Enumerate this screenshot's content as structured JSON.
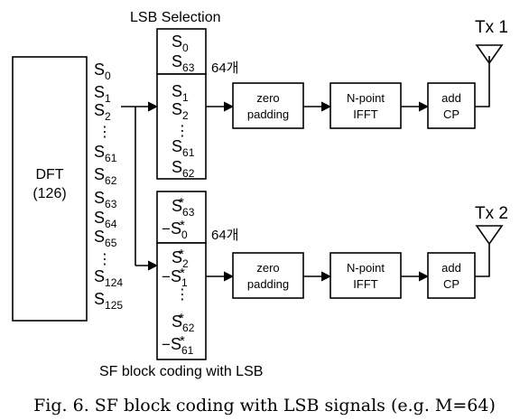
{
  "labels": {
    "lsb_selection": "LSB Selection",
    "sf_block_coding": "SF block coding with LSB",
    "dft": "DFT",
    "dft_size": "(126)",
    "count_upper": "64개",
    "count_lower": "64개",
    "zero_line1": "zero",
    "zero_line2": "padding",
    "ifft_line1": "N-point",
    "ifft_line2": "IFFT",
    "cp_line1": "add",
    "cp_line2": "CP",
    "tx1": "Tx 1",
    "tx2": "Tx 2",
    "dots": "⋮",
    "neg": "−",
    "star": "*"
  },
  "dft_outputs": [
    {
      "base": "S",
      "sub": "0"
    },
    {
      "base": "S",
      "sub": "1"
    },
    {
      "base": "S",
      "sub": "2"
    },
    {
      "base": "",
      "sub": "",
      "dots": true
    },
    {
      "base": "S",
      "sub": "61"
    },
    {
      "base": "S",
      "sub": "62"
    },
    {
      "base": "S",
      "sub": "63"
    },
    {
      "base": "S",
      "sub": "64"
    },
    {
      "base": "S",
      "sub": "65"
    },
    {
      "base": "",
      "sub": "",
      "dots": true
    },
    {
      "base": "S",
      "sub": "124"
    },
    {
      "base": "S",
      "sub": "125"
    }
  ],
  "upper_block_top": [
    {
      "sub": "0"
    },
    {
      "sub": "63"
    }
  ],
  "upper_block_main": [
    {
      "sub": "1"
    },
    {
      "sub": "2"
    },
    {
      "dots": true
    },
    {
      "sub": "61"
    },
    {
      "sub": "62"
    }
  ],
  "lower_block_top": [
    {
      "sub": "63",
      "neg": false
    },
    {
      "sub": "0",
      "neg": true
    }
  ],
  "lower_block_main": [
    {
      "sub": "2",
      "neg": false
    },
    {
      "sub": "1",
      "neg": true
    },
    {
      "dots": true
    },
    {
      "sub": "62",
      "neg": false
    },
    {
      "sub": "61",
      "neg": true
    }
  ],
  "caption": "Fig. 6. SF block coding with LSB signals (e.g. M=64)"
}
